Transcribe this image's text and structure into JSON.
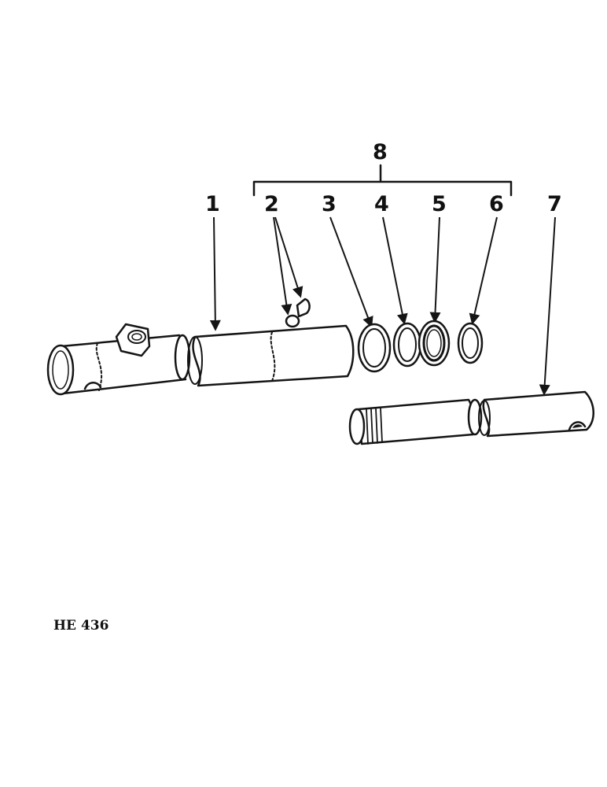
{
  "figure": {
    "code": "HE 436",
    "group_callout": "8",
    "callouts": [
      "1",
      "2",
      "3",
      "4",
      "5",
      "6",
      "7"
    ]
  },
  "colors": {
    "ink": "#151515",
    "paper": "#ffffff"
  }
}
